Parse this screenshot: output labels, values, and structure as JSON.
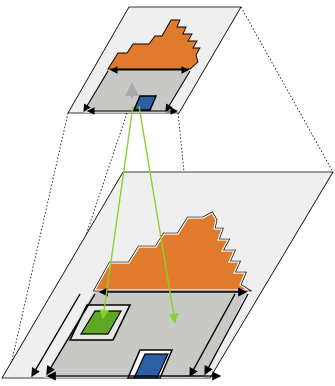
{
  "diagram": {
    "colors": {
      "plane_fill": "#efefef",
      "plane_stroke": "#000000",
      "body_fill": "#c8c8c4",
      "roof_fill": "#e07a2c",
      "door_fill": "#2d5fa6",
      "window_fill": "#5ea826",
      "link_line": "#8ad12c",
      "helper_arrow": "#aaaaaa"
    },
    "top_level": {
      "shapes": [
        "roof",
        "house-body",
        "door"
      ]
    },
    "bottom_level": {
      "shapes": [
        "roof",
        "house-body",
        "window",
        "door"
      ]
    }
  }
}
